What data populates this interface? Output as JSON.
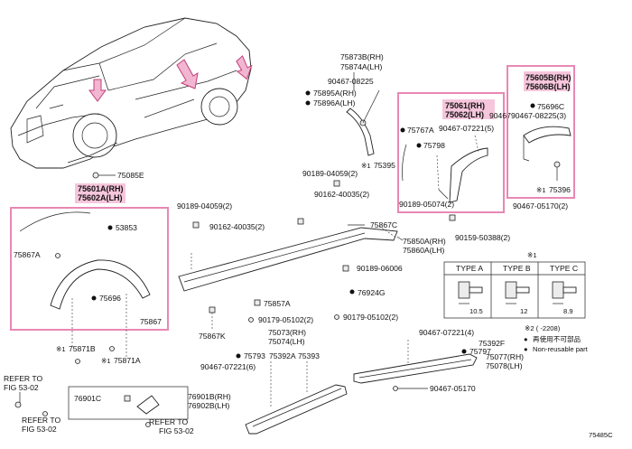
{
  "diagram_code": "75485C",
  "labels": {
    "p75873b": "75873B(RH)",
    "p75874a": "75874A(LH)",
    "p90467_08225_top": "90467-08225",
    "p75895a": "75895A(RH)",
    "p75896a": "75896A(LH)",
    "p75605b": "75605B(RH)",
    "p75606b": "75606B(LH)",
    "p75696c": "75696C",
    "p90467_08225_3": "90467-08225(3)",
    "p75396": "75396",
    "p90467_05170_2": "90467-05170(2)",
    "p75061": "75061(RH)",
    "p75062": "75062(LH)",
    "p90467_right_cut": "90467",
    "p75767a": "75767A",
    "p90467_07221_5": "90467-07221(5)",
    "p75798": "75798",
    "p75395": "75395",
    "p90189_05074_2": "90189-05074(2)",
    "p90159_50388_2": "90159-50388(2)",
    "p75085e": "75085E",
    "p75601a": "75601A(RH)",
    "p75602a": "75602A(LH)",
    "p53853": "53853",
    "p75867a_left": "75867A",
    "p75696": "75696",
    "p75867a_cut": "75867",
    "p75871b": "75871B",
    "p75871a": "75871A",
    "p90189_04059_2a": "90189-04059(2)",
    "p90162_40035_2a": "90162-40035(2)",
    "p90189_04059_2b": "90189-04059(2)",
    "p90162_40035_2b": "90162-40035(2)",
    "p75867c": "75867C",
    "p75850a": "75850A(RH)",
    "p75860a": "75860A(LH)",
    "p90189_06006": "90189-06006",
    "p75857a": "75857A",
    "p76924g": "76924G",
    "p75867k": "75867K",
    "p90179_05102_2a": "90179-05102(2)",
    "p90179_05102_2b": "90179-05102(2)",
    "p75073": "75073(RH)",
    "p75074": "75074(LH)",
    "p75793": "75793",
    "p75392a": "75392A",
    "p75393": "75393",
    "p90467_07221_6": "90467-07221(6)",
    "p90467_07221_4": "90467-07221(4)",
    "p75392f": "75392F",
    "p75797": "75797",
    "p75077": "75077(RH)",
    "p75078": "75078(LH)",
    "p90467_05170": "90467-05170",
    "p76901c": "76901C",
    "p76901b": "76901B(RH)",
    "p76902b": "76902B(LH)",
    "refer1_a": "REFER TO",
    "refer1_b": "FIG 53-02",
    "refer2_a": "REFER TO",
    "refer2_b": "FIG 53-02",
    "refer3_a": "REFER TO",
    "refer3_b": "FIG 53-02"
  },
  "type_table": {
    "note_mark": "※1",
    "headers": [
      "TYPE A",
      "TYPE B",
      "TYPE C"
    ],
    "values": [
      "10.5",
      "12",
      "8.9"
    ]
  },
  "legend": {
    "note2": "※2 (    -2208)",
    "row1_symbol": "●",
    "row1_text": "再使用不可部品",
    "row2_symbol": "●",
    "row2_text": "Non-reusable part"
  },
  "note_marks": {
    "m1": "※1",
    "m2": "※1",
    "m3": "※1",
    "m4": "※1"
  },
  "colors": {
    "highlight_border": "#e888b4",
    "highlight_fill": "#f6c6dc",
    "arrow_fill": "#f2b6d0"
  }
}
